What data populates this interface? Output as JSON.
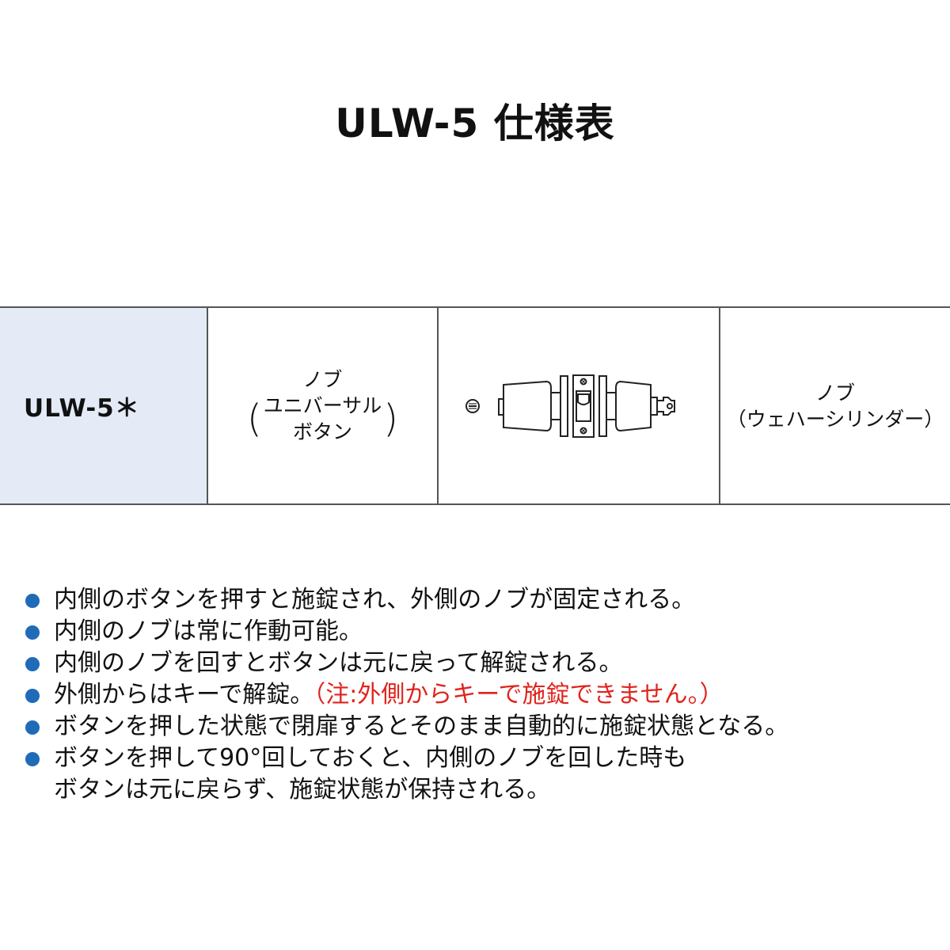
{
  "title": "ULW-5 仕様表",
  "table": {
    "model": "ULW-5＊",
    "inside": {
      "line1": "ノブ",
      "line2": "ユニバーサル",
      "line3": "ボタン"
    },
    "diagram_icon": "knob-lock-diagram",
    "outside": {
      "line1": "ノブ",
      "line2": "（ウェハーシリンダー）"
    }
  },
  "notes": [
    {
      "text": "内側のボタンを押すと施錠され、外側のノブが固定される。"
    },
    {
      "text": "内側のノブは常に作動可能。"
    },
    {
      "text": "内側のノブを回すとボタンは元に戻って解錠される。"
    },
    {
      "text": "外側からはキーで解錠。",
      "warning": "（注:外側からキーで施錠できません。）"
    },
    {
      "text": "ボタンを押した状態で閉扉するとそのまま自動的に施錠状態となる。"
    },
    {
      "text": "ボタンを押して90°回しておくと、内側のノブを回した時も",
      "text2": "ボタンは元に戻らず、施錠状態が保持される。"
    }
  ],
  "colors": {
    "bullet": "#1f6bb8",
    "warning": "#e0231c",
    "model_cell_bg": "#e4ebf7"
  }
}
